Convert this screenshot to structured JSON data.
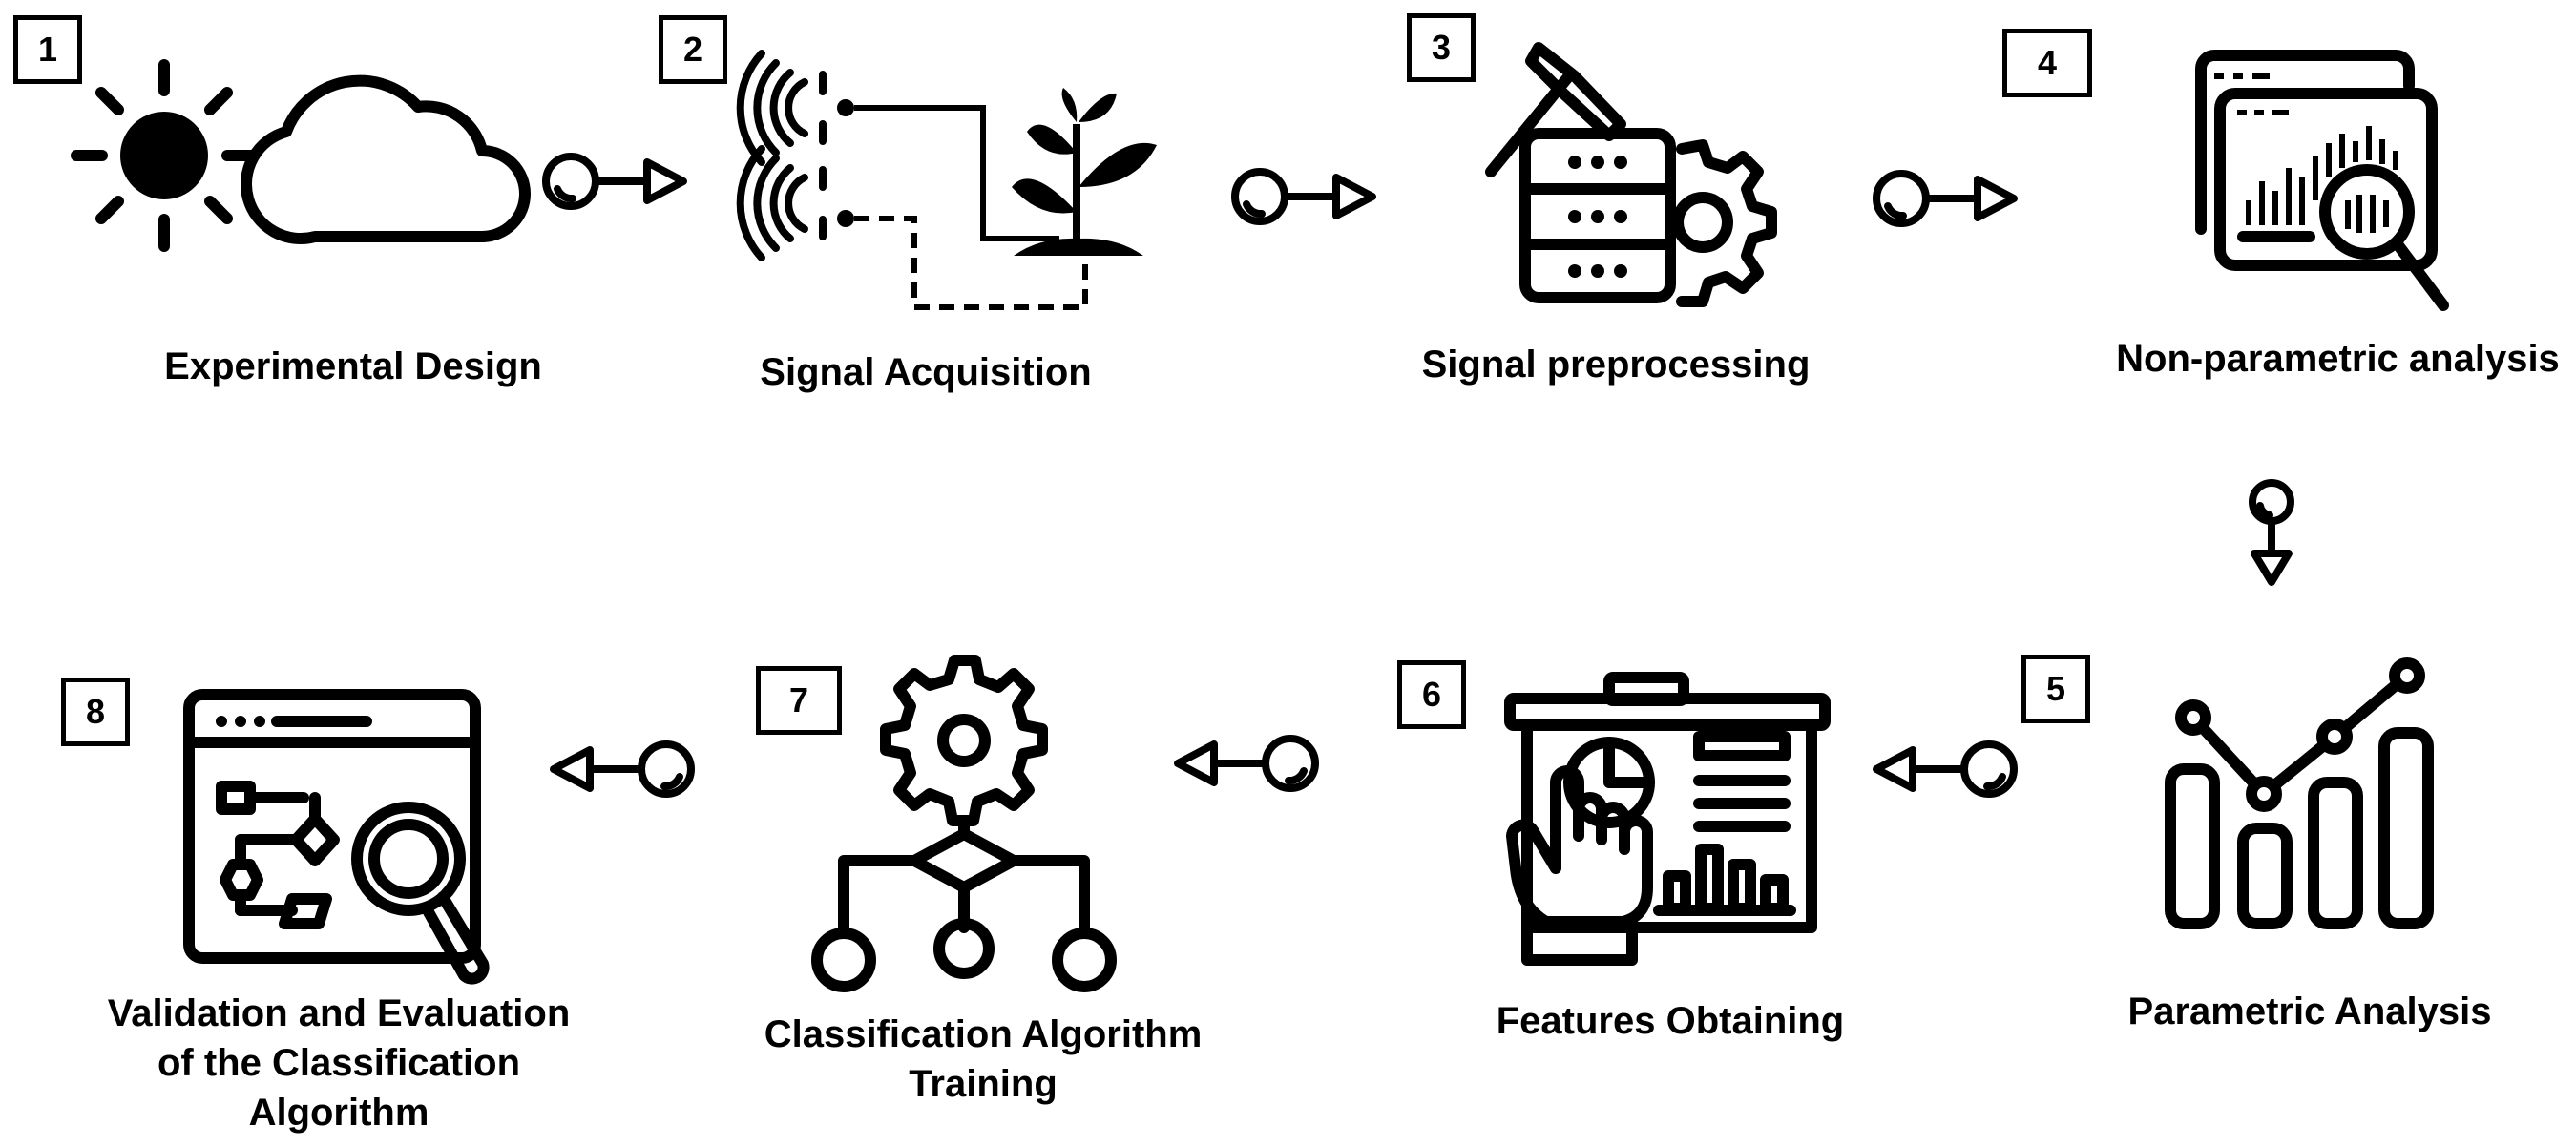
{
  "steps": [
    {
      "number": "1",
      "label": "Experimental Design"
    },
    {
      "number": "2",
      "label": "Signal Acquisition"
    },
    {
      "number": "3",
      "label": "Signal preprocessing"
    },
    {
      "number": "4",
      "label": "Non-parametric analysis"
    },
    {
      "number": "5",
      "label": "Parametric Analysis"
    },
    {
      "number": "6",
      "label": "Features Obtaining"
    },
    {
      "number": "7",
      "label": "Classification Algorithm Training"
    },
    {
      "number": "8",
      "label": "Validation and Evaluation of the Classification Algorithm"
    }
  ],
  "icons": {
    "step1": [
      "sun-icon",
      "cloud-icon"
    ],
    "step2": "signal-plant-icon",
    "step3": "server-gear-icon",
    "step4": "chart-magnifier-icon",
    "step5": "bar-line-chart-icon",
    "step6": "presentation-board-icon",
    "step7": "gear-tree-icon",
    "step8": "flowchart-magnifier-icon"
  },
  "connector_icon": "pin-arrow-icon"
}
